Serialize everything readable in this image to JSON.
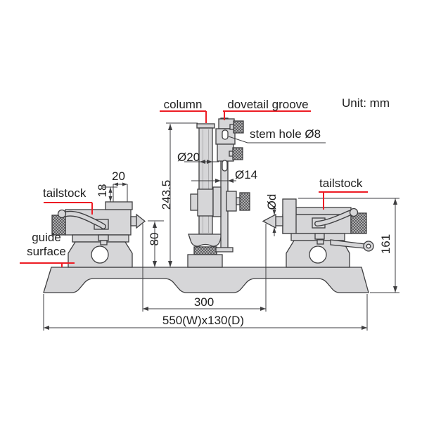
{
  "title": {
    "unit": "Unit: mm"
  },
  "callouts": {
    "column": "column",
    "dovetail_groove": "dovetail groove",
    "stem_hole": "stem hole Ø8",
    "tailstock_left": "tailstock",
    "tailstock_right": "tailstock",
    "guide_surface": {
      "line1": "guide",
      "line2": "surface"
    }
  },
  "dimensions": {
    "column_diameter": "Ø20",
    "rod_diameter": "Ø14",
    "column_height": "243.5",
    "step_width": "20",
    "step_height": "18",
    "center_height": "80",
    "point_diameter": "Ød",
    "tailstock_height": "161",
    "distance_between_centers": "300",
    "base_size": "550(W)x130(D)"
  },
  "colors": {
    "annotation_red": "#ed1c24",
    "part_fill": "#d6d6d8",
    "outline": "#3e3e40",
    "background": "#ffffff"
  }
}
